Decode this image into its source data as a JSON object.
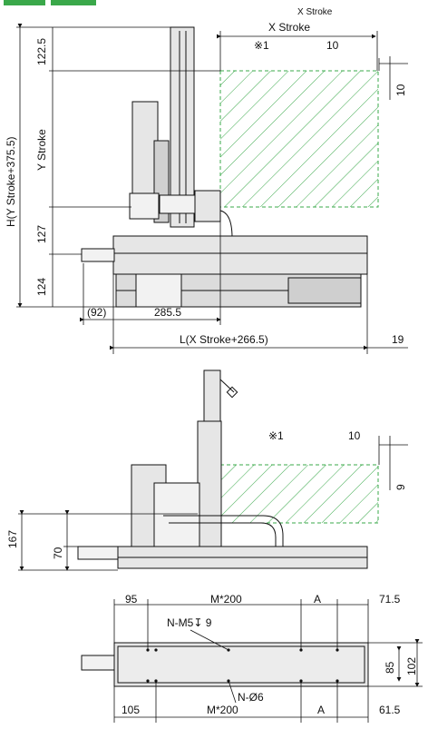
{
  "colors": {
    "line": "#111111",
    "stroke_area": "#3aa84a",
    "body_fill": "#e6e6e6",
    "body_dark": "#bdbdbd",
    "tabs": "#3aa84a"
  },
  "view1": {
    "top_label": "X Stroke",
    "x_stroke": "X Stroke",
    "note": "※1",
    "ten_top": "10",
    "ten_right": "10",
    "h_total": "H(Y Stroke+375.5)",
    "d_122_5": "122.5",
    "y_stroke": "Y Stroke",
    "d_127": "127",
    "d_124": "124",
    "d_92": "(92)",
    "d_285_5": "285.5",
    "l_total": "L(X Stroke+266.5)",
    "d_19": "19"
  },
  "view2": {
    "note": "※1",
    "ten": "10",
    "nine": "9",
    "d_167": "167",
    "d_70": "70"
  },
  "view3": {
    "d_95": "95",
    "m200_top": "M*200",
    "a_top": "A",
    "d_71_5": "71.5",
    "tap_note": "N-M5↧ 9",
    "d_85": "85",
    "d_102": "102",
    "hole_note": "N-Ø6",
    "d_105": "105",
    "m200_bottom": "M*200",
    "a_bottom": "A",
    "d_61_5": "61.5"
  }
}
